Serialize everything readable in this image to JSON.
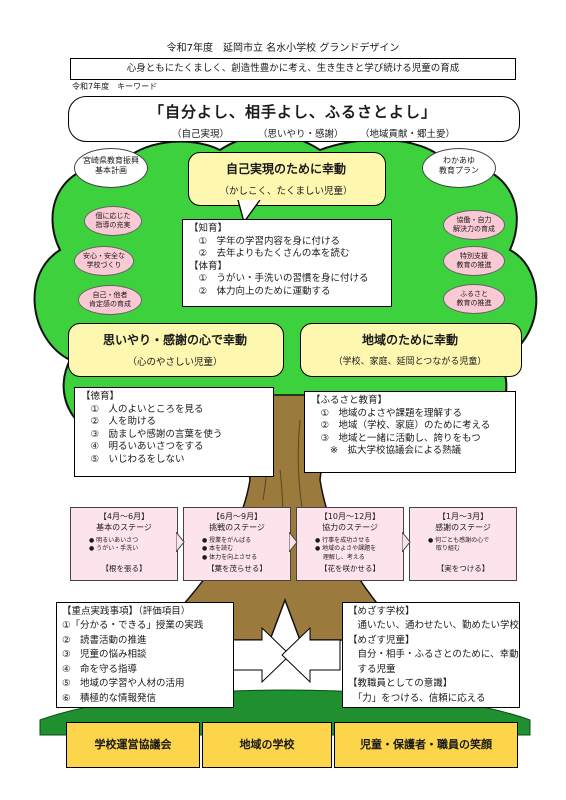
{
  "header": {
    "title": "令和7年度　延岡市立 名水小学校 グランドデザイン",
    "motto": "心身ともにたくましく、創造性豊かに考え、生き生きと学び続ける児童の育成"
  },
  "keyword": {
    "label": "令和7年度　キーワード",
    "main": "「自分よし、相手よし、ふるさとよし」",
    "subs": [
      "（自己実現）",
      "（思いやり・感謝）",
      "（地域貢献・郷土愛）"
    ]
  },
  "ovals_left": [
    {
      "lines": [
        "宮崎県教育振興",
        "基本計画"
      ]
    }
  ],
  "ovals_right": [
    {
      "lines": [
        "わかあゆ",
        "教育プラン"
      ]
    }
  ],
  "pink_left": [
    {
      "lines": [
        "個に応じた",
        "指導の充実"
      ]
    },
    {
      "lines": [
        "安心・安全な",
        "学校づくり"
      ]
    },
    {
      "lines": [
        "自己・他者",
        "肯定感の育成"
      ]
    }
  ],
  "pink_right": [
    {
      "lines": [
        "協働・自力",
        "解決力の育成"
      ]
    },
    {
      "lines": [
        "特別支援",
        "教育の推進"
      ]
    },
    {
      "lines": [
        "ふるさと",
        "教育の推進"
      ]
    }
  ],
  "self": {
    "title": "自己実現のために幸動",
    "subtitle": "（かしこく、たくましい児童）",
    "lines": [
      "【知育】",
      "　①　学年の学習内容を身に付ける",
      "　②　去年よりもたくさんの本を読む",
      "【体育】",
      "　①　うがい・手洗いの習慣を身に付ける",
      "　②　体力向上のために運動する"
    ]
  },
  "omoiyari": {
    "title": "思いやり・感謝の心で幸動",
    "subtitle": "（心のやさしい児童）",
    "lines": [
      "【徳育】",
      "　①　人のよいところを見る",
      "　②　人を助ける",
      "　③　励ましや感謝の言葉を使う",
      "　④　明るいあいさつをする",
      "　⑤　いじわるをしない"
    ]
  },
  "chiiki": {
    "title": "地域のために幸動",
    "subtitle": "（学校、家庭、延岡とつながる児童）",
    "lines": [
      "【ふるさと教育】",
      "　①　地域のよさや課題を理解する",
      "　②　地域（学校、家庭）のために考える",
      "　③　地域と一緒に活動し、誇りをもつ",
      "　　※　拡大学校協議会による熟議"
    ]
  },
  "stages": [
    {
      "period": "【4月～6月】",
      "name": "基本のステージ",
      "items": [
        "● 明るいあいさつ",
        "● うがい・手洗い"
      ],
      "foot": "【根を張る】"
    },
    {
      "period": "【6月～9月】",
      "name": "挑戦のステージ",
      "items": [
        "● 授業をがんばる",
        "● 本を読む",
        "● 体力を向上させる"
      ],
      "foot": "【葉を茂らせる】"
    },
    {
      "period": "【10月～12月】",
      "name": "協力のステージ",
      "items": [
        "● 行事を成功させる",
        "● 地域のよさや課題を",
        "　 理解し、考える"
      ],
      "foot": "【花を咲かせる】"
    },
    {
      "period": "【1月～3月】",
      "name": "感謝のステージ",
      "items": [
        "● 何ごとも感謝の心で",
        "　 取り組む"
      ],
      "foot": "【実をつける】"
    }
  ],
  "priority": {
    "title": "【重点実践事項】（評価項目）",
    "items": [
      "①「分かる・できる」授業の実践",
      "②　読書活動の推進",
      "③　児童の悩み相談",
      "④　命を守る指導",
      "⑤　地域の学習や人材の活用",
      "⑥　積極的な情報発信"
    ]
  },
  "goals": {
    "lines": [
      "【めざす学校】",
      "　通いたい、通わせたい、勤めたい学校",
      "【めざす児童】",
      "　自分・相手・ふるさとのために、幸動",
      "　する児童",
      "【教職員としての意識】",
      "　「力」をつける、信頼に応える"
    ]
  },
  "footer": [
    "学校運営協議会",
    "地域の学校",
    "児童・保護者・職員の笑顔"
  ],
  "colors": {
    "tree_green": "#3ed13e",
    "trunk_brown": "#9a7a3d",
    "grass": "#1f8f2f",
    "yellow_box": "#fdf7b0",
    "footer_yellow": "#fcd54b",
    "pink": "#f9c9d4"
  }
}
